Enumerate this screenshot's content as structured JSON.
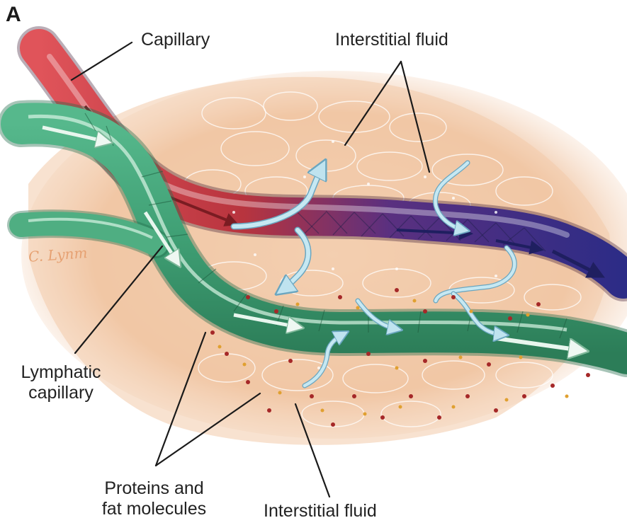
{
  "panel_letter": "A",
  "signature": "C. Lynm",
  "labels": {
    "capillary": "Capillary",
    "interstitial_fluid_top": "Interstitial fluid",
    "lymphatic_line1": "Lymphatic",
    "lymphatic_line2": "capillary",
    "proteins_line1": "Proteins and",
    "proteins_line2": "fat molecules",
    "interstitial_fluid_bottom": "Interstitial fluid"
  },
  "colors": {
    "tissue": "#f0c8a8",
    "capillary_arterial": "#c9444a",
    "capillary_venous": "#2f2f8a",
    "lymphatic": "#3fa57a",
    "fluid_arrow": "#a9d8e8",
    "protein_dot": "#a52828",
    "fat_dot": "#e0a030"
  }
}
